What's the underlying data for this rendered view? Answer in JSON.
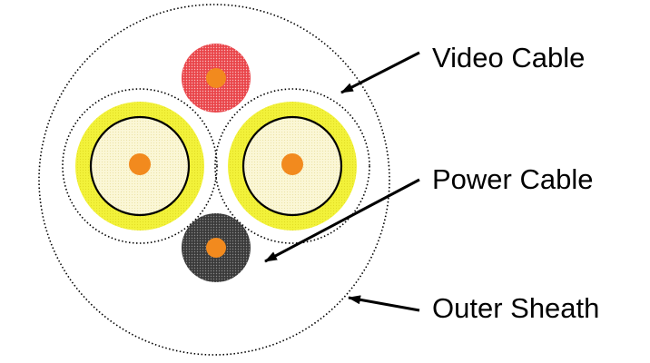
{
  "labels": {
    "video_cable": "Video Cable",
    "power_cable": "Power Cable",
    "outer_sheath": "Outer Sheath"
  },
  "colors": {
    "background": "#ffffff",
    "outline": "#000000",
    "yellow_insulation": "#f2f23a",
    "cream_core": "#fbf7d6",
    "orange_conductor": "#f28a1e",
    "red_cable": "#e9454a",
    "dark_cable": "#3a3a3a"
  }
}
